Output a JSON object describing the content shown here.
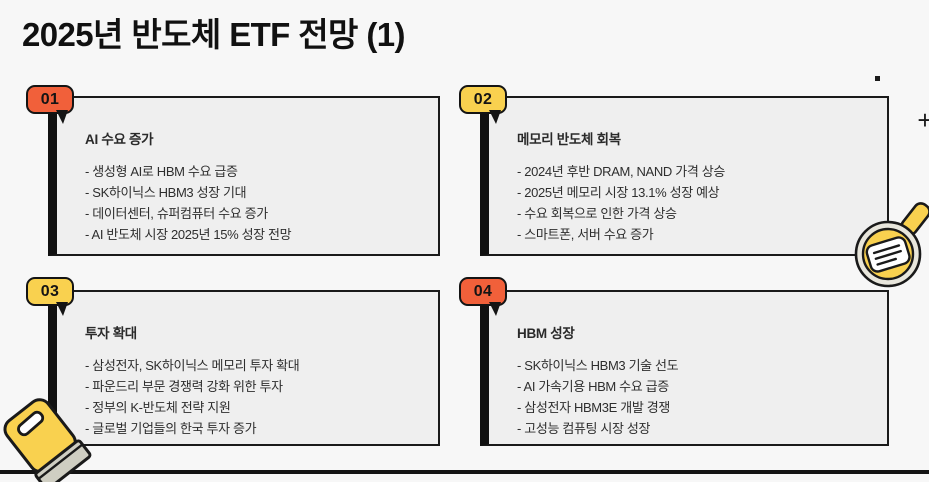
{
  "page": {
    "title": "2025년 반도체 ETF 전망 (1)",
    "background_color": "#f7f7f7",
    "card_background_color": "#efefef",
    "accent_orange": "#f1603a",
    "accent_yellow": "#f9d14f",
    "rule_color": "#141414"
  },
  "cards": [
    {
      "number": "01",
      "badge_color": "#f1603a",
      "heading": "AI 수요 증가",
      "items": [
        "생성형 AI로 HBM 수요 급증",
        "SK하이닉스 HBM3 성장 기대",
        "데이터센터, 슈퍼컴퓨터 수요 증가",
        "AI 반도체 시장 2025년 15% 성장 전망"
      ]
    },
    {
      "number": "02",
      "badge_color": "#f9d14f",
      "heading": "메모리 반도체 회복",
      "items": [
        "2024년 후반 DRAM, NAND 가격 상승",
        "2025년 메모리 시장 13.1% 성장 예상",
        "수요 회복으로 인한 가격 상승",
        "스마트폰, 서버 수요 증가"
      ]
    },
    {
      "number": "03",
      "badge_color": "#f9d14f",
      "heading": "투자 확대",
      "items": [
        "삼성전자, SK하이닉스 메모리 투자 확대",
        "파운드리 부문 경쟁력 강화 위한 투자",
        "정부의 K-반도체 전략 지원",
        "글로벌 기업들의 한국 투자 증가"
      ]
    },
    {
      "number": "04",
      "badge_color": "#f1603a",
      "heading": "HBM 성장",
      "items": [
        "SK하이닉스 HBM3 기술 선도",
        "AI 가속기용 HBM 수요 급증",
        "삼성전자 HBM3E 개발 경쟁",
        "고성능 컴퓨팅 시장 성장"
      ]
    }
  ],
  "decorations": {
    "plus_mark": "+",
    "dot_mark": "",
    "stamp_icon_name": "magnifier-document-stamp-icon",
    "eraser_icon_name": "eraser-highlighter-icon"
  }
}
